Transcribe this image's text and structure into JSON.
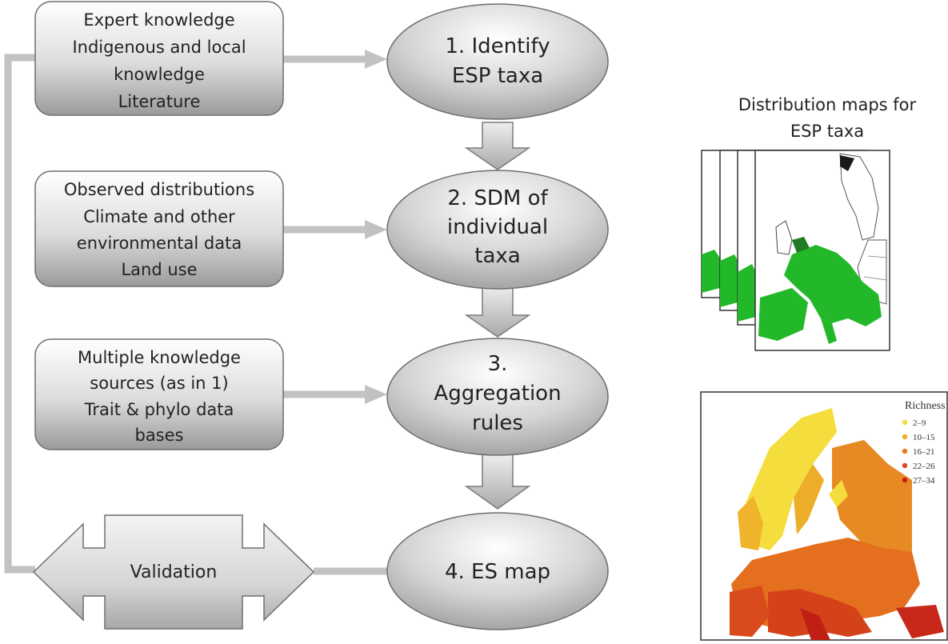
{
  "inputs": {
    "box1": {
      "l1": "Expert knowledge",
      "l2": "Indigenous and local",
      "l3": "knowledge",
      "l4": "Literature"
    },
    "box2": {
      "l1": "Observed distributions",
      "l2": "Climate and other",
      "l3": "environmental data",
      "l4": "Land use"
    },
    "box3": {
      "l1": "Multiple knowledge",
      "l2": "sources (as in 1)",
      "l3": "Trait & phylo data",
      "l4": "bases"
    }
  },
  "steps": {
    "s1": {
      "l1": "1. Identify",
      "l2": "ESP taxa"
    },
    "s2": {
      "l1": "2. SDM of",
      "l2": "individual",
      "l3": "taxa"
    },
    "s3": {
      "l1": "3.",
      "l2": "Aggregation",
      "l3": "rules"
    },
    "s4": {
      "l1": "4. ES map"
    }
  },
  "validation": "Validation",
  "maps": {
    "caption_l1": "Distribution maps for",
    "caption_l2": "ESP taxa",
    "richness_title": "Richness",
    "legend": [
      {
        "label": "2–9",
        "color": "#f4dd3c"
      },
      {
        "label": "10–15",
        "color": "#ecae28"
      },
      {
        "label": "16–21",
        "color": "#e47a22"
      },
      {
        "label": "22–26",
        "color": "#dc4a1c"
      },
      {
        "label": "27–34",
        "color": "#c81e14"
      }
    ],
    "colors": {
      "distribution": "#23b82a",
      "richness_mid": "#e88a24"
    }
  }
}
